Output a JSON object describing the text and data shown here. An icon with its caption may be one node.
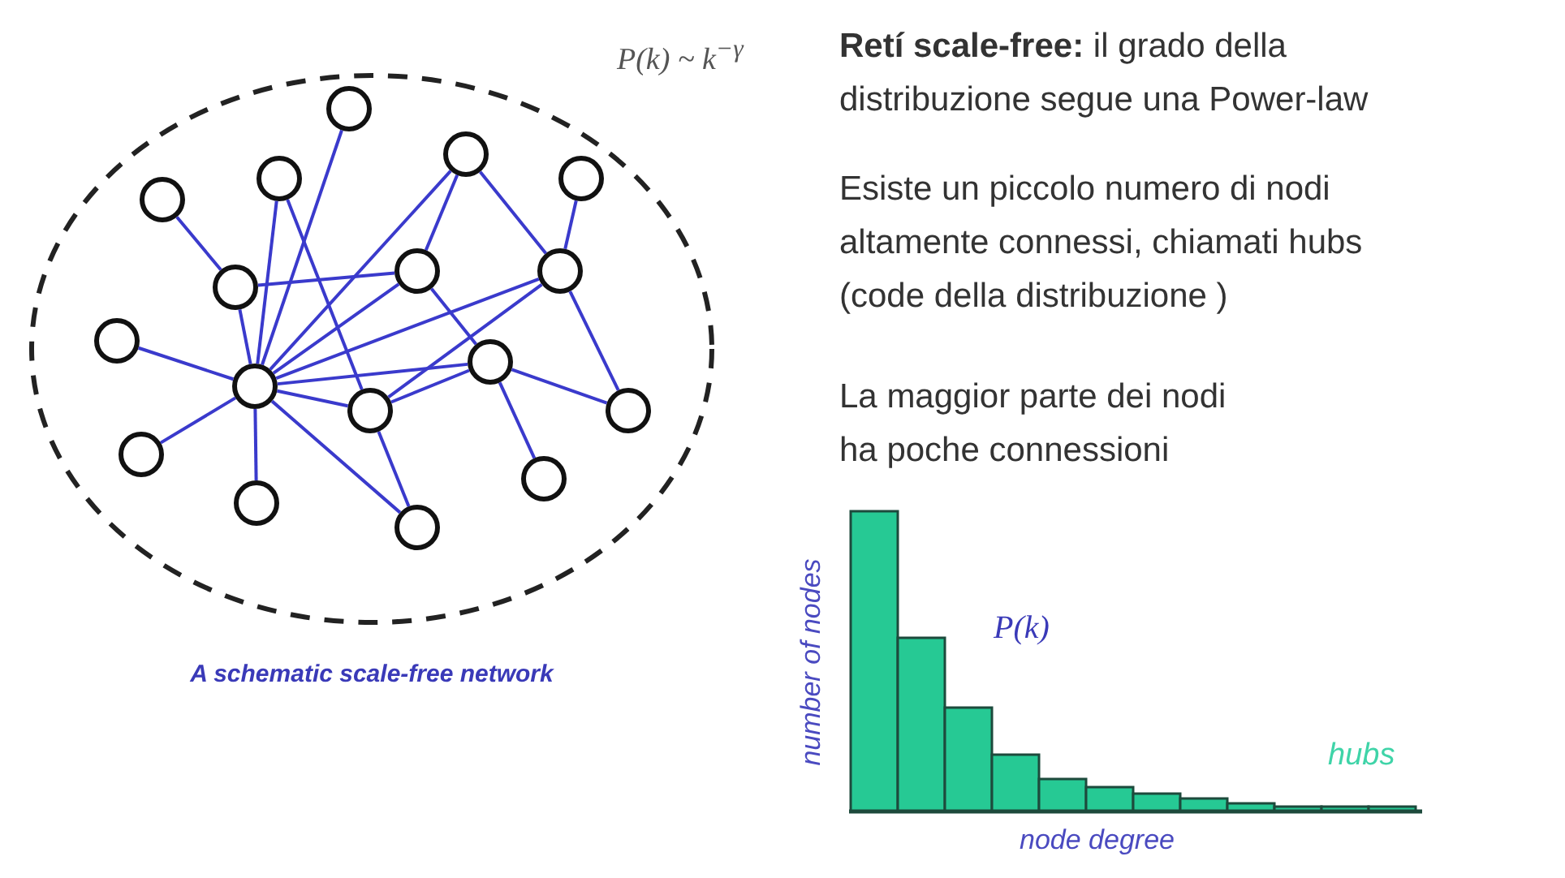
{
  "diagram": {
    "nodes": [
      {
        "text": [],
        "shape": "ellipse",
        "beside": [
          "A schematic scale-free network"
        ]
      },
      {
        "text": [],
        "shape": "circle",
        "in": 0
      },
      {
        "text": [],
        "shape": "circle",
        "in": 0
      },
      {
        "text": [],
        "shape": "circle",
        "in": 0
      },
      {
        "text": [],
        "shape": "circle",
        "in": 0
      },
      {
        "text": [],
        "shape": "circle",
        "in": 0
      },
      {
        "text": [],
        "shape": "circle",
        "in": 0
      },
      {
        "text": [],
        "shape": "circle",
        "in": 0
      },
      {
        "text": [],
        "shape": "circle",
        "in": 0
      },
      {
        "text": [],
        "shape": "circle",
        "in": 0
      },
      {
        "text": [],
        "shape": "circle",
        "in": 0
      },
      {
        "text": [],
        "shape": "circle",
        "in": 0
      },
      {
        "text": [],
        "shape": "circle",
        "in": 0
      },
      {
        "text": [],
        "shape": "circle",
        "in": 0
      },
      {
        "text": [],
        "shape": "circle",
        "in": 0
      },
      {
        "text": [],
        "shape": "circle",
        "in": 0
      },
      {
        "text": [],
        "shape": "circle",
        "in": 0
      },
      {
        "text": [],
        "shape": "circle",
        "in": 0
      }
    ],
    "edges": [
      {
        "from": 1,
        "to": 11,
        "arrow": "none"
      },
      {
        "from": 3,
        "to": 11,
        "arrow": "none"
      },
      {
        "from": 3,
        "to": 12,
        "arrow": "none"
      },
      {
        "from": 5,
        "to": 8,
        "arrow": "none"
      },
      {
        "from": 8,
        "to": 6,
        "arrow": "none"
      },
      {
        "from": 8,
        "to": 11,
        "arrow": "none"
      },
      {
        "from": 9,
        "to": 11,
        "arrow": "none"
      },
      {
        "from": 14,
        "to": 11,
        "arrow": "none"
      },
      {
        "from": 16,
        "to": 11,
        "arrow": "none"
      },
      {
        "from": 11,
        "to": 17,
        "arrow": "none"
      },
      {
        "from": 11,
        "to": 12,
        "arrow": "none"
      },
      {
        "from": 11,
        "to": 2,
        "arrow": "none"
      },
      {
        "from": 11,
        "to": 6,
        "arrow": "none"
      },
      {
        "from": 11,
        "to": 7,
        "arrow": "none"
      },
      {
        "from": 11,
        "to": 10,
        "arrow": "none"
      },
      {
        "from": 2,
        "to": 7,
        "arrow": "none"
      },
      {
        "from": 2,
        "to": 6,
        "arrow": "none"
      },
      {
        "from": 4,
        "to": 7,
        "arrow": "none"
      },
      {
        "from": 7,
        "to": 13,
        "arrow": "none"
      },
      {
        "from": 7,
        "to": 12,
        "arrow": "none"
      },
      {
        "from": 6,
        "to": 10,
        "arrow": "none"
      },
      {
        "from": 10,
        "to": 13,
        "arrow": "none"
      },
      {
        "from": 10,
        "to": 15,
        "arrow": "none"
      },
      {
        "from": 12,
        "to": 17,
        "arrow": "none"
      },
      {
        "from": 12,
        "to": 10,
        "arrow": "none"
      }
    ],
    "labels": [
      "P(k) ~ k$^{−γ}$",
      "**Retí scale-free:** il grado della distribuzione segue una Power-law",
      "Esiste un piccolo numero di nodi altamente connessi, chiamati hubs (code della distribuzione )",
      "La maggior parte dei nodi ha poche connessioni",
      "number of nodes",
      "P(k)",
      "hubs",
      "node degree"
    ]
  }
}
